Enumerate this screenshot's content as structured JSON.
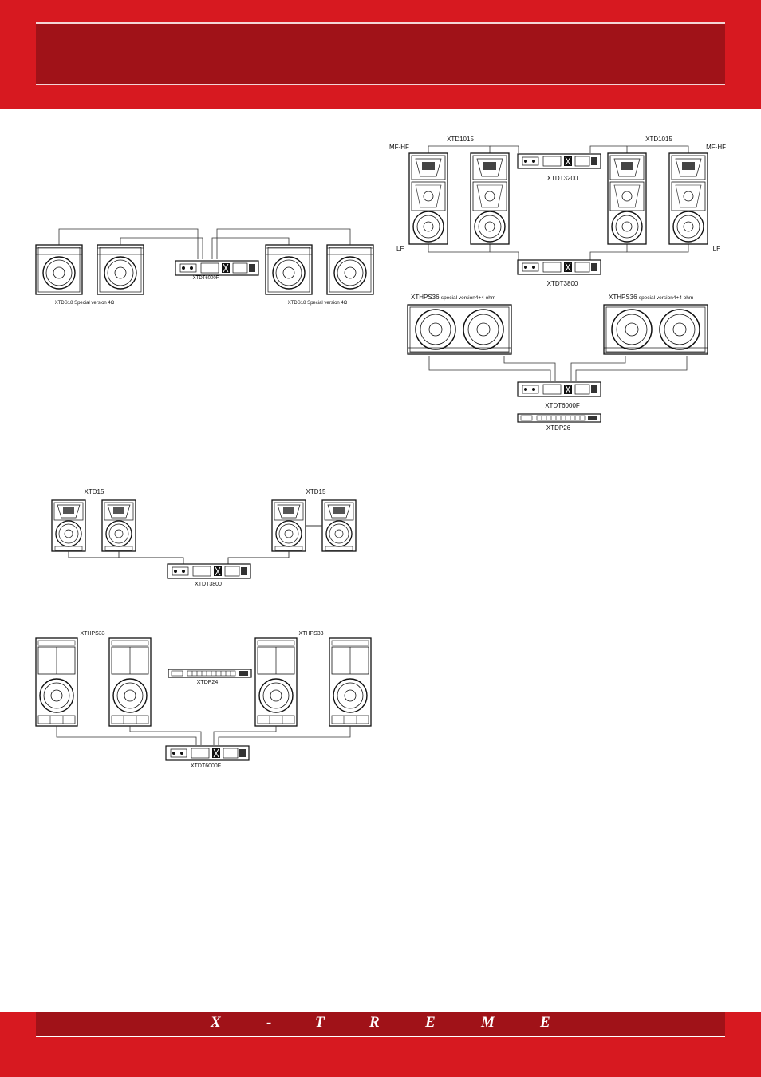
{
  "footer": {
    "brand_letters": [
      "X",
      "-",
      "T",
      "R",
      "E",
      "M",
      "E"
    ]
  },
  "diagram_left_top": {
    "amplifier": "XTDT6000F",
    "sub_left": "XTDS18 Special version 4Ω",
    "sub_right": "XTDS18 Special version 4Ω"
  },
  "diagram_left_mid": {
    "speaker_left": "XTD15",
    "speaker_right": "XTD15",
    "amplifier": "XTDT3800"
  },
  "diagram_left_bottom": {
    "speaker_left": "XTHPS33",
    "speaker_right": "XTHPS33",
    "processor": "XTDP24",
    "amplifier": "XTDT6000F"
  },
  "diagram_right": {
    "top_left_model": "XTD1015",
    "top_right_model": "XTD1015",
    "mf_hf_left": "MF-HF",
    "mf_hf_right": "MF-HF",
    "lf_left": "LF",
    "lf_right": "LF",
    "amp_mfhf": "XTDT3200",
    "amp_lf": "XTDT3800",
    "sub_left_model": "XTHPS36",
    "sub_left_note": "special version4+4 ohm",
    "sub_right_model": "XTHPS36",
    "sub_right_note": "special version4+4 ohm",
    "amp_sub": "XTDT6000F",
    "processor": "XTDP26"
  }
}
